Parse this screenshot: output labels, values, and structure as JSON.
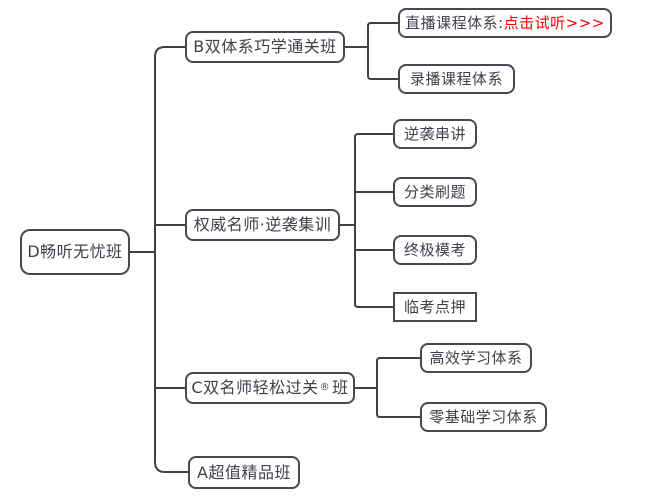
{
  "colors": {
    "background": "#ffffff",
    "node_border": "#454a52",
    "node_text": "#3d424a",
    "connector_line": "#3d424a",
    "highlight_red": "#ff0000"
  },
  "tree": {
    "root": {
      "label": "D畅听无忧班"
    },
    "branches": [
      {
        "label": "B双体系巧学通关班",
        "children": [
          {
            "text": "直播课程体系:",
            "link": "点击试听>>>"
          },
          {
            "label": "录播课程体系"
          }
        ]
      },
      {
        "label": "权威名师·逆袭集训",
        "children": [
          {
            "label": "逆袭串讲"
          },
          {
            "label": "分类刷题"
          },
          {
            "label": "终极模考"
          },
          {
            "label": "临考点押"
          }
        ]
      },
      {
        "label_prefix": "C双名师轻松过关",
        "label_reg": "®",
        "label_suffix": "班",
        "children": [
          {
            "label": "高效学习体系"
          },
          {
            "label": "零基础学习体系"
          }
        ]
      },
      {
        "label": "A超值精品班",
        "children": []
      }
    ]
  }
}
